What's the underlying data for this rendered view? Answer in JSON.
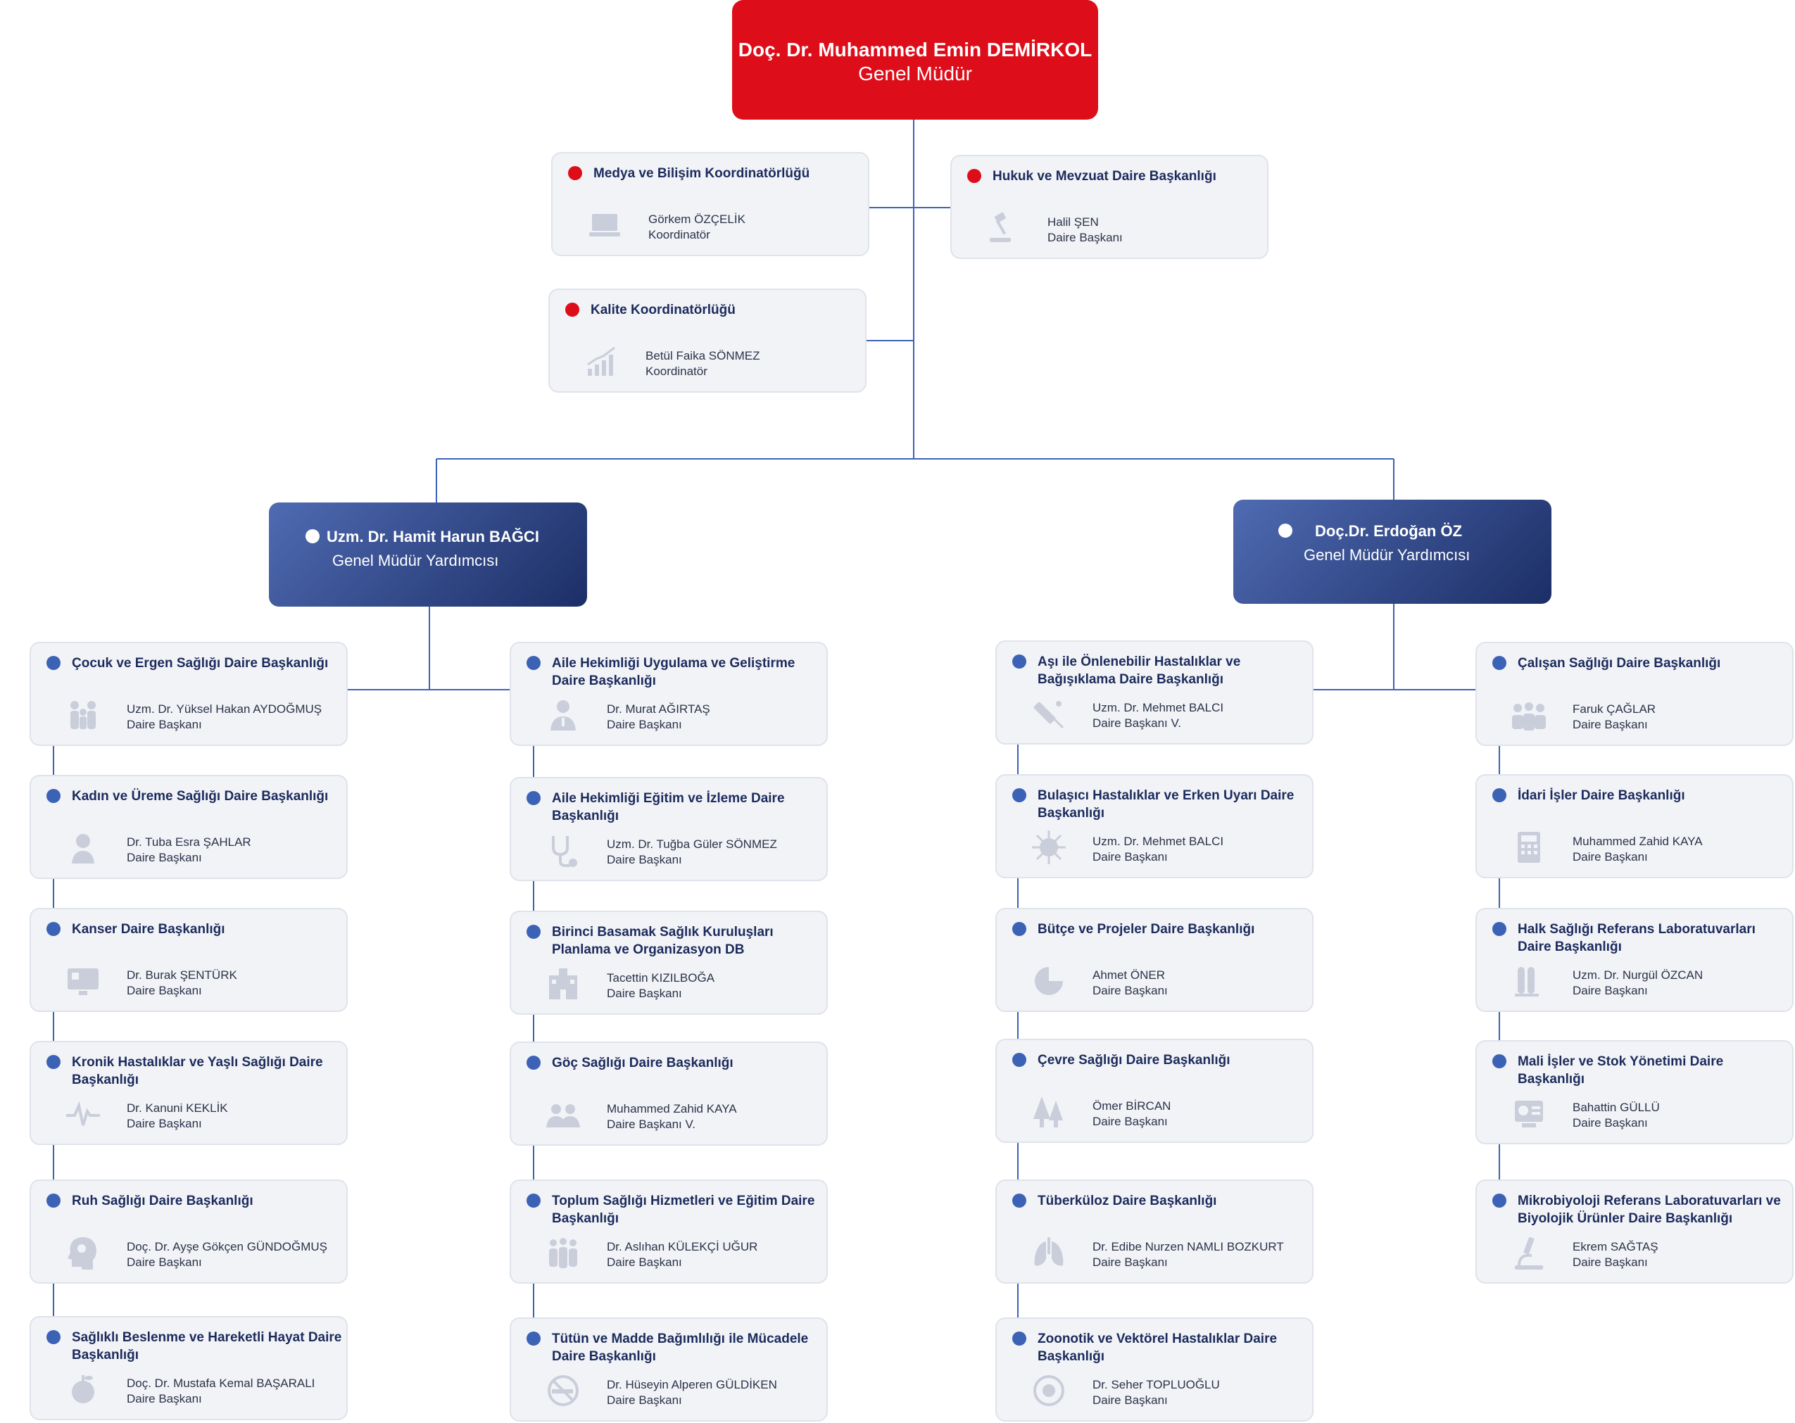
{
  "top": {
    "name": "Doç. Dr. Muhammed Emin DEMİRKOL",
    "role": "Genel Müdür"
  },
  "coordinations": [
    {
      "title": "Medya ve Bilişim Koordinatörlüğü",
      "person": "Görkem ÖZÇELİK",
      "role": "Koordinatör",
      "icon": "laptop-icon"
    },
    {
      "title": "Hukuk ve Mevzuat Daire Başkanlığı",
      "person": "Halil ŞEN",
      "role": "Daire Başkanı",
      "icon": "gavel-icon"
    },
    {
      "title": "Kalite Koordinatörlüğü",
      "person": "Betül Faika SÖNMEZ",
      "role": "Koordinatör",
      "icon": "growth-chart-icon"
    }
  ],
  "deputies": [
    {
      "name": "Uzm. Dr. Hamit Harun BAĞCI",
      "role": "Genel Müdür Yardımcısı"
    },
    {
      "name": "Doç.Dr. Erdoğan ÖZ",
      "role": "Genel Müdür Yardımcısı"
    }
  ],
  "columns": [
    [
      {
        "title": "Çocuk ve Ergen Sağlığı Daire Başkanlığı",
        "person": "Uzm. Dr. Yüksel Hakan AYDOĞMUŞ",
        "role": "Daire Başkanı",
        "icon": "family-icon"
      },
      {
        "title": "Kadın ve Üreme Sağlığı Daire Başkanlığı",
        "person": "Dr. Tuba Esra ŞAHLAR",
        "role": "Daire Başkanı",
        "icon": "woman-icon"
      },
      {
        "title": "Kanser Daire Başkanlığı",
        "person": "Dr. Burak ŞENTÜRK",
        "role": "Daire Başkanı",
        "icon": "monitor-icon"
      },
      {
        "title": "Kronik Hastalıklar ve Yaşlı Sağlığı Daire Başkanlığı",
        "person": "Dr. Kanuni KEKLİK",
        "role": "Daire Başkanı",
        "icon": "heartbeat-icon"
      },
      {
        "title": "Ruh Sağlığı Daire Başkanlığı",
        "person": "Doç. Dr. Ayşe Gökçen GÜNDOĞMUŞ",
        "role": "Daire Başkanı",
        "icon": "brain-head-icon"
      },
      {
        "title": "Sağlıklı Beslenme ve Hareketli Hayat Daire Başkanlığı",
        "person": "Doç. Dr. Mustafa Kemal BAŞARALI",
        "role": "Daire Başkanı",
        "icon": "apple-icon"
      }
    ],
    [
      {
        "title": "Aile Hekimliği Uygulama ve Geliştirme Daire Başkanlığı",
        "person": "Dr. Murat AĞIRTAŞ",
        "role": "Daire Başkanı",
        "icon": "doctor-icon"
      },
      {
        "title": "Aile Hekimliği Eğitim ve İzleme Daire Başkanlığı",
        "person": "Uzm. Dr. Tuğba Güler SÖNMEZ",
        "role": "Daire Başkanı",
        "icon": "stethoscope-icon"
      },
      {
        "title": "Birinci Basamak Sağlık Kuruluşları Planlama ve Organizasyon DB",
        "person": "Tacettin KIZILBOĞA",
        "role": "Daire Başkanı",
        "icon": "hospital-icon"
      },
      {
        "title": "Göç Sağlığı Daire Başkanlığı",
        "person": "Muhammed Zahid KAYA",
        "role": "Daire Başkanı V.",
        "icon": "group-icon"
      },
      {
        "title": "Toplum Sağlığı Hizmetleri ve Eğitim Daire Başkanlığı",
        "person": "Dr. Aslıhan KÜLEKÇİ UĞUR",
        "role": "Daire Başkanı",
        "icon": "community-icon"
      },
      {
        "title": "Tütün ve Madde Bağımlılığı ile Mücadele Daire Başkanlığı",
        "person": "Dr. Hüseyin Alperen GÜLDİKEN",
        "role": "Daire Başkanı",
        "icon": "no-smoking-icon"
      }
    ],
    [
      {
        "title": "Aşı ile Önlenebilir Hastalıklar ve Bağışıklama Daire Başkanlığı",
        "person": "Uzm. Dr. Mehmet BALCI",
        "role": "Daire Başkanı V.",
        "icon": "syringe-icon"
      },
      {
        "title": "Bulaşıcı Hastalıklar ve Erken Uyarı Daire Başkanlığı",
        "person": "Uzm. Dr. Mehmet BALCI",
        "role": "Daire Başkanı",
        "icon": "virus-icon"
      },
      {
        "title": "Bütçe ve Projeler Daire Başkanlığı",
        "person": "Ahmet ÖNER",
        "role": "Daire Başkanı",
        "icon": "pie-chart-icon"
      },
      {
        "title": "Çevre Sağlığı Daire Başkanlığı",
        "person": "Ömer BİRCAN",
        "role": "Daire Başkanı",
        "icon": "trees-icon"
      },
      {
        "title": "Tüberküloz Daire Başkanlığı",
        "person": "Dr. Edibe Nurzen NAMLI BOZKURT",
        "role": "Daire Başkanı",
        "icon": "lungs-icon"
      },
      {
        "title": "Zoonotik ve Vektörel Hastalıklar Daire Başkanlığı",
        "person": "Dr. Seher TOPLUOĞLU",
        "role": "Daire Başkanı",
        "icon": "zoonotic-icon"
      }
    ],
    [
      {
        "title": "Çalışan Sağlığı Daire Başkanlığı",
        "person": "Faruk ÇAĞLAR",
        "role": "Daire Başkanı",
        "icon": "workers-icon"
      },
      {
        "title": "İdari İşler Daire Başkanlığı",
        "person": "Muhammed Zahid KAYA",
        "role": "Daire Başkanı",
        "icon": "calculator-icon"
      },
      {
        "title": "Halk Sağlığı Referans Laboratuvarları Daire Başkanlığı",
        "person": "Uzm. Dr. Nurgül ÖZCAN",
        "role": "Daire Başkanı",
        "icon": "test-tubes-icon"
      },
      {
        "title": "Mali İşler ve Stok Yönetimi Daire Başkanlığı",
        "person": "Bahattin GÜLLÜ",
        "role": "Daire Başkanı",
        "icon": "finance-icon"
      },
      {
        "title": "Mikrobiyoloji Referans Laboratuvarları ve Biyolojik Ürünler Daire Başkanlığı",
        "person": "Ekrem SAĞTAŞ",
        "role": "Daire Başkanı",
        "icon": "microscope-icon"
      }
    ]
  ]
}
